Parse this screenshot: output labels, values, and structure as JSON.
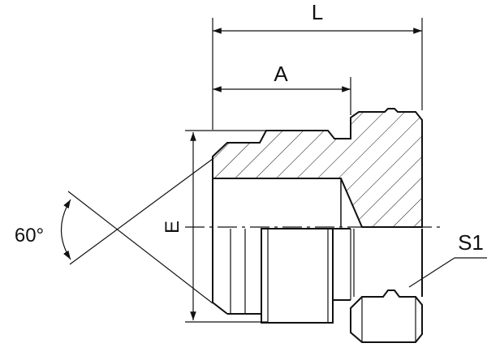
{
  "labels": {
    "overall_length": "L",
    "thread_length": "A",
    "diameter": "E",
    "angle": "60°",
    "hex_size": "S1"
  },
  "colors": {
    "line": "#111111",
    "background": "#ffffff"
  }
}
